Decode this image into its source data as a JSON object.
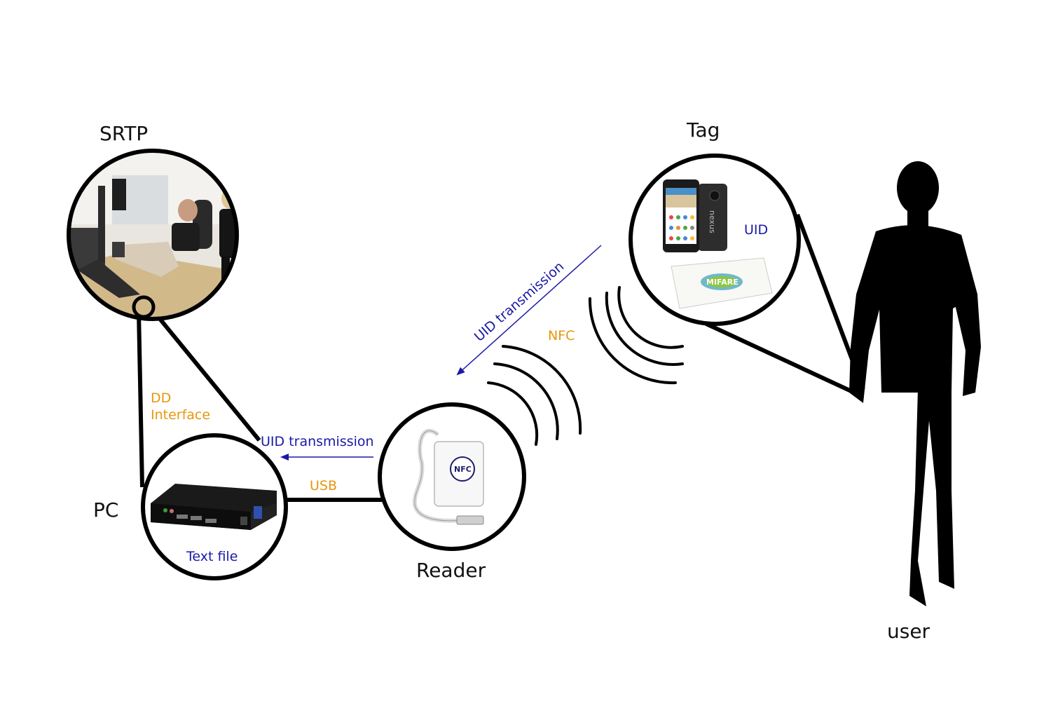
{
  "nodes": {
    "srtp": {
      "title": "SRTP"
    },
    "pc": {
      "title": "PC",
      "caption": "Text file"
    },
    "reader": {
      "title": "Reader",
      "badge": "NFC"
    },
    "tag": {
      "title": "Tag",
      "caption": "UID",
      "phone_brand": "nexus",
      "card_brand": "MIFARE"
    },
    "user": {
      "title": "user"
    }
  },
  "links": {
    "srtp_pc": {
      "label_line1": "DD",
      "label_line2": "Interface"
    },
    "reader_pc": {
      "arrow_label": "UID transmission",
      "wire_label": "USB"
    },
    "tag_reader": {
      "arrow_label": "UID transmission",
      "wave_label": "NFC"
    }
  },
  "colors": {
    "outline": "#000000",
    "arrow_blue": "#1a1aa6",
    "label_orange": "#e8960c",
    "silhouette": "#000000"
  }
}
